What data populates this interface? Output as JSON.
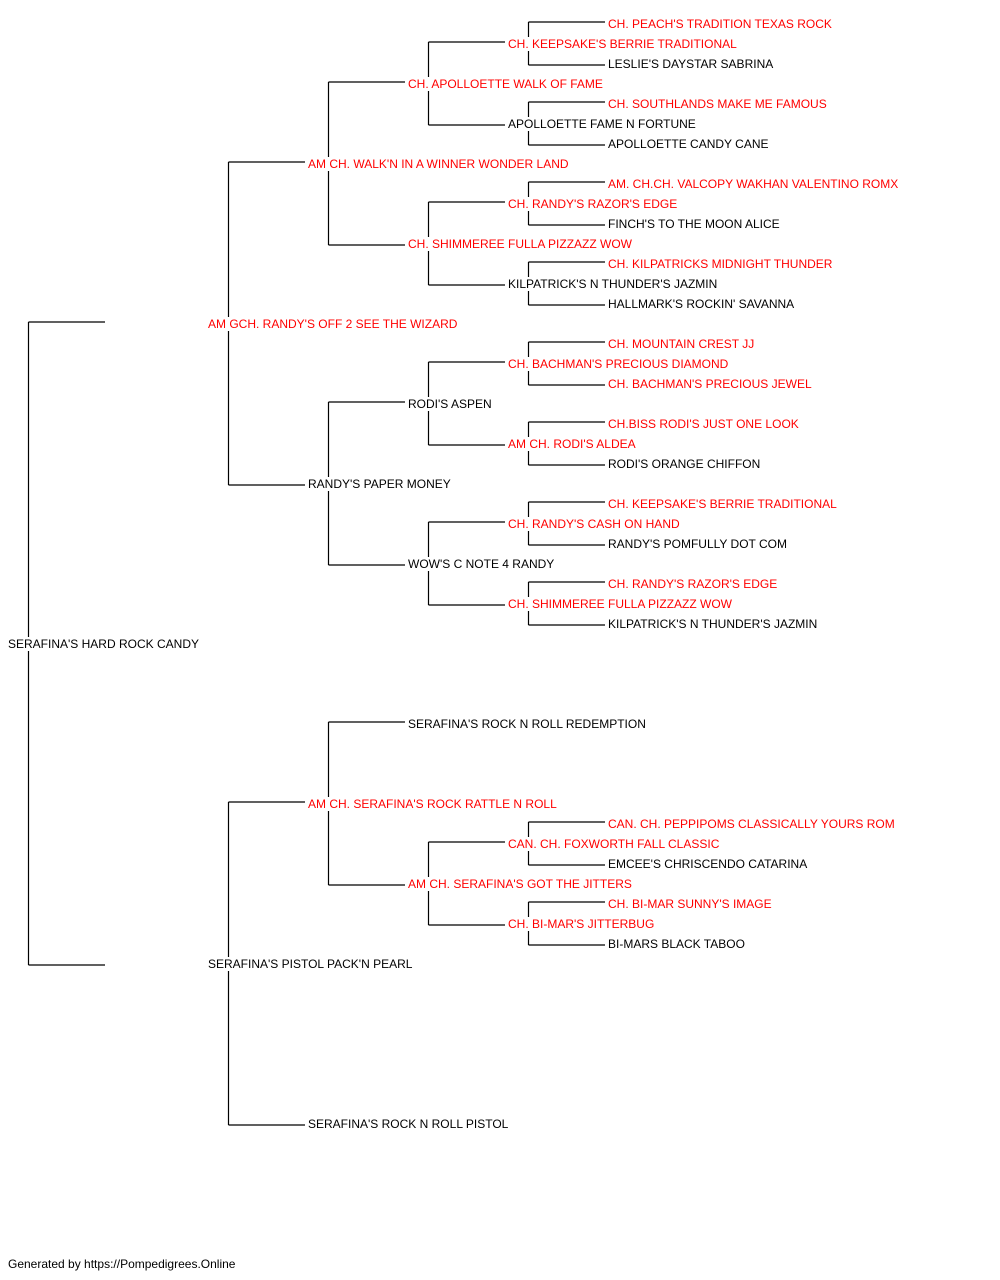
{
  "colors": {
    "champion": "#ff0000",
    "default": "#000000",
    "line": "#000000"
  },
  "tree": {
    "subject": {
      "label": "SERAFINA'S HARD ROCK CANDY",
      "titled": false
    },
    "sire": {
      "label": "AM GCH. RANDY'S OFF 2 SEE THE WIZARD",
      "titled": true
    },
    "dam": {
      "label": "SERAFINA'S PISTOL PACK'N PEARL",
      "titled": false
    },
    "sire_sire": {
      "label": "AM CH. WALK'N IN A WINNER WONDER LAND",
      "titled": true
    },
    "sire_dam": {
      "label": "RANDY'S PAPER MONEY",
      "titled": false
    },
    "dam_sire": {
      "label": "AM CH. SERAFINA'S ROCK RATTLE N ROLL",
      "titled": true
    },
    "dam_dam": {
      "label": "SERAFINA'S ROCK N ROLL PISTOL",
      "titled": false
    },
    "g3_1": {
      "label": "CH. APOLLOETTE WALK OF FAME",
      "titled": true
    },
    "g3_2": {
      "label": "CH. SHIMMEREE FULLA PIZZAZZ WOW",
      "titled": true
    },
    "g3_3": {
      "label": "RODI'S ASPEN",
      "titled": false
    },
    "g3_4": {
      "label": "WOW'S C NOTE 4 RANDY",
      "titled": false
    },
    "g3_5": {
      "label": "SERAFINA'S ROCK N ROLL REDEMPTION",
      "titled": false
    },
    "g3_6": {
      "label": "AM CH. SERAFINA'S GOT THE JITTERS",
      "titled": true
    },
    "g4_1": {
      "label": "CH. KEEPSAKE'S BERRIE TRADITIONAL",
      "titled": true
    },
    "g4_2": {
      "label": "APOLLOETTE FAME N FORTUNE",
      "titled": false
    },
    "g4_3": {
      "label": "CH. RANDY'S RAZOR'S EDGE",
      "titled": true
    },
    "g4_4": {
      "label": "KILPATRICK'S N THUNDER'S JAZMIN",
      "titled": false
    },
    "g4_5": {
      "label": "CH. BACHMAN'S PRECIOUS DIAMOND",
      "titled": true
    },
    "g4_6": {
      "label": "AM CH. RODI'S ALDEA",
      "titled": true
    },
    "g4_7": {
      "label": "CH. RANDY'S CASH ON HAND",
      "titled": true
    },
    "g4_8": {
      "label": "CH. SHIMMEREE FULLA PIZZAZZ WOW",
      "titled": true
    },
    "g4_11": {
      "label": "CAN. CH. FOXWORTH FALL CLASSIC",
      "titled": true
    },
    "g4_12": {
      "label": "CH. BI-MAR'S JITTERBUG",
      "titled": true
    },
    "g5_1": {
      "label": "CH. PEACH'S TRADITION TEXAS ROCK",
      "titled": true
    },
    "g5_2": {
      "label": "LESLIE'S DAYSTAR SABRINA",
      "titled": false
    },
    "g5_3": {
      "label": "CH. SOUTHLANDS MAKE ME FAMOUS",
      "titled": true
    },
    "g5_4": {
      "label": "APOLLOETTE CANDY CANE",
      "titled": false
    },
    "g5_5": {
      "label": "AM. CH.CH. VALCOPY WAKHAN VALENTINO ROMX",
      "titled": true
    },
    "g5_6": {
      "label": "FINCH'S TO THE MOON ALICE",
      "titled": false
    },
    "g5_7": {
      "label": "CH. KILPATRICKS MIDNIGHT THUNDER",
      "titled": true
    },
    "g5_8": {
      "label": "HALLMARK'S ROCKIN' SAVANNA",
      "titled": false
    },
    "g5_9": {
      "label": "CH. MOUNTAIN CREST JJ",
      "titled": true
    },
    "g5_10": {
      "label": "CH. BACHMAN'S PRECIOUS JEWEL",
      "titled": true
    },
    "g5_11": {
      "label": "CH.BISS RODI'S JUST ONE LOOK",
      "titled": true
    },
    "g5_12": {
      "label": "RODI'S ORANGE CHIFFON",
      "titled": false
    },
    "g5_13": {
      "label": "CH. KEEPSAKE'S BERRIE TRADITIONAL",
      "titled": true
    },
    "g5_14": {
      "label": "RANDY'S POMFULLY DOT COM",
      "titled": false
    },
    "g5_15": {
      "label": "CH. RANDY'S RAZOR'S EDGE",
      "titled": true
    },
    "g5_16": {
      "label": "KILPATRICK'S N THUNDER'S JAZMIN",
      "titled": false
    },
    "g5_21": {
      "label": "CAN. CH. PEPPIPOMS CLASSICALLY YOURS ROM",
      "titled": true
    },
    "g5_22": {
      "label": "EMCEE'S CHRISCENDO CATARINA",
      "titled": false
    },
    "g5_23": {
      "label": "CH. BI-MAR SUNNY'S IMAGE",
      "titled": true
    },
    "g5_24": {
      "label": "BI-MARS BLACK TABOO",
      "titled": false
    }
  },
  "footer": {
    "text": "Generated by https://Pompedigrees.Online"
  }
}
